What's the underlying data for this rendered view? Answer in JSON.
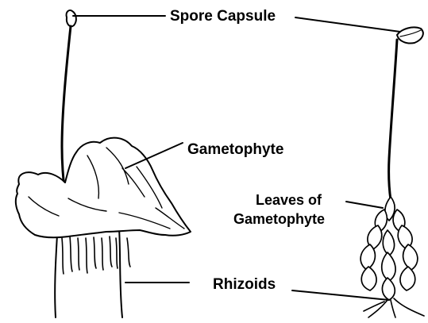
{
  "labels": {
    "spore_capsule": "Spore Capsule",
    "gametophyte": "Gametophyte",
    "leaves_line1": "Leaves of",
    "leaves_line2": "Gametophyte",
    "rhizoids": "Rhizoids"
  },
  "colors": {
    "ink": "#000000",
    "background": "#ffffff"
  }
}
